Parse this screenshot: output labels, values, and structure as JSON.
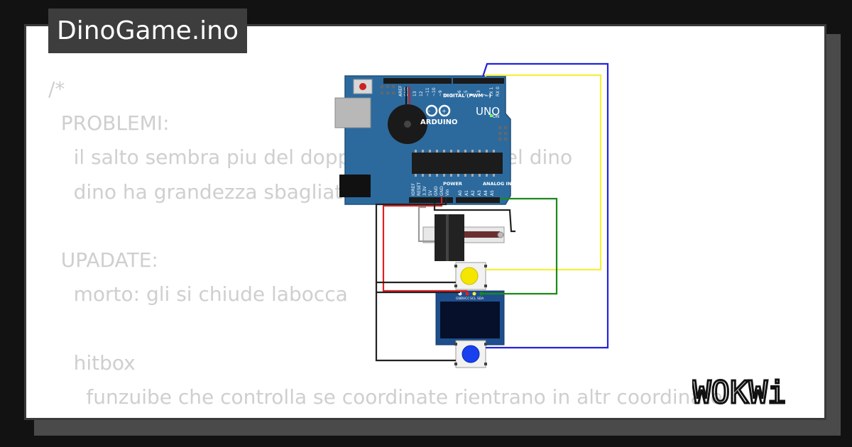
{
  "project": {
    "filename": "DinoGame.ino"
  },
  "code_lines": [
    "/*",
    "  PROBLEMI:",
    "    il salto sembra piu del doppio dell'altezza del dino",
    "    dino ha grandezza sbagliata",
    "",
    "  UPADATE:",
    "    morto: gli si chiude labocca",
    "",
    "    hitbox",
    "      funzuibe che controlla se coordinate rientrano in altr coordinate"
  ],
  "board": {
    "model": "UNO",
    "brand": "ARDUINO",
    "aref": "AREF",
    "gnd": "GND",
    "digital_label": "DIGITAL (PWM ~)",
    "digital_pins": [
      "13",
      "12",
      "~11",
      "~10",
      "~9",
      "8",
      "7",
      "~6",
      "~5",
      "4",
      "~3",
      "2",
      "TX 1",
      "RX 0"
    ],
    "power_label": "POWER",
    "power_pins": [
      "IOREF",
      "RESET",
      "3.3V",
      "5V",
      "GND",
      "GND",
      "Vin"
    ],
    "analog_label": "ANALOG IN",
    "analog_pins": [
      "A0",
      "A1",
      "A2",
      "A3",
      "A4",
      "A5"
    ],
    "on_label": "ON"
  },
  "oled": {
    "pins": [
      "GND",
      "VCC",
      "SCL",
      "SDA"
    ]
  },
  "brand": {
    "logo_text": "WOKWi"
  },
  "colors": {
    "background": "#121212",
    "card": "#ffffff",
    "title_bg": "#3d3d3d",
    "code_text": "#cfcfcf",
    "board": "#2c6a9e",
    "wire_blue": "#2222dd",
    "wire_yellow": "#f4f040",
    "wire_green": "#1a8a1a",
    "wire_red": "#e02020",
    "wire_black": "#222222",
    "button_yellow": "#f5e600",
    "button_blue": "#1840ee"
  }
}
